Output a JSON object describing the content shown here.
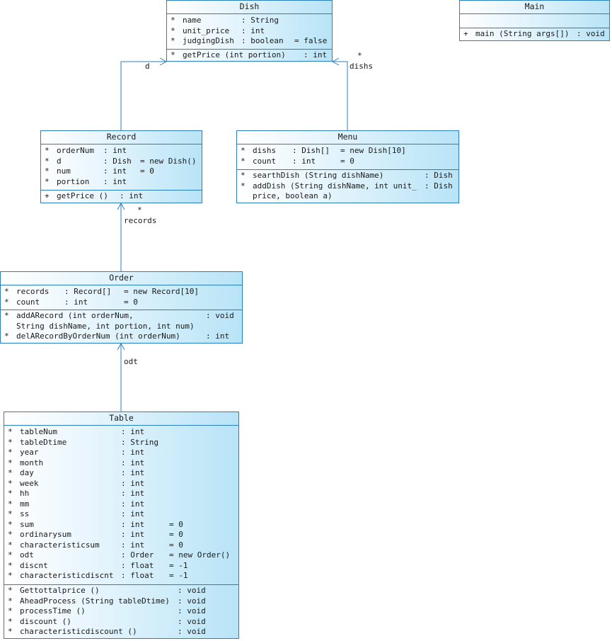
{
  "classes": {
    "dish": {
      "name": "Dish",
      "attributes": [
        {
          "vis": "*",
          "name": "name",
          "type": ": String",
          "init": ""
        },
        {
          "vis": "*",
          "name": "unit_price",
          "type": ": int",
          "init": ""
        },
        {
          "vis": "*",
          "name": "judgingDish",
          "type": ": boolean",
          "init": "= false"
        }
      ],
      "operations": [
        {
          "vis": "*",
          "sig": "getPrice (int portion)",
          "ret": ": int"
        }
      ]
    },
    "main": {
      "name": "Main",
      "attributes": [],
      "operations": [
        {
          "vis": "+",
          "sig": "main (String args[])",
          "ret": ": void"
        }
      ]
    },
    "record": {
      "name": "Record",
      "attributes": [
        {
          "vis": "*",
          "name": "orderNum",
          "type": ": int",
          "init": ""
        },
        {
          "vis": "*",
          "name": "d",
          "type": ": Dish",
          "init": "= new Dish()"
        },
        {
          "vis": "*",
          "name": "num",
          "type": ": int",
          "init": "= 0"
        },
        {
          "vis": "*",
          "name": "portion",
          "type": ": int",
          "init": ""
        }
      ],
      "operations": [
        {
          "vis": "+",
          "sig": "getPrice ()",
          "ret": ": int"
        }
      ]
    },
    "menu": {
      "name": "Menu",
      "attributes": [
        {
          "vis": "*",
          "name": "dishs",
          "type": ": Dish[]",
          "init": "= new Dish[10]"
        },
        {
          "vis": "*",
          "name": "count",
          "type": ": int",
          "init": "= 0"
        }
      ],
      "operations": [
        {
          "vis": "*",
          "sig": "searthDish (String dishName)",
          "ret": ": Dish"
        },
        {
          "vis": "*",
          "sig": "addDish (String dishName, int unit_",
          "cont": "price, boolean a)",
          "ret": ": Dish"
        }
      ]
    },
    "order": {
      "name": "Order",
      "attributes": [
        {
          "vis": "*",
          "name": "records",
          "type": ": Record[]",
          "init": "= new Record[10]"
        },
        {
          "vis": "*",
          "name": "count",
          "type": ": int",
          "init": "= 0"
        }
      ],
      "operations": [
        {
          "vis": "*",
          "sig": "addARecord (int orderNum,",
          "cont": "String dishName, int portion, int num)",
          "ret": ": void"
        },
        {
          "vis": "*",
          "sig": "delARecordByOrderNum (int orderNum)",
          "ret": ": int"
        }
      ]
    },
    "table": {
      "name": "Table",
      "attributes": [
        {
          "vis": "*",
          "name": "tableNum",
          "type": ": int",
          "init": ""
        },
        {
          "vis": "*",
          "name": "tableDtime",
          "type": ": String",
          "init": ""
        },
        {
          "vis": "*",
          "name": "year",
          "type": ": int",
          "init": ""
        },
        {
          "vis": "*",
          "name": "month",
          "type": ": int",
          "init": ""
        },
        {
          "vis": "*",
          "name": "day",
          "type": ": int",
          "init": ""
        },
        {
          "vis": "*",
          "name": "week",
          "type": ": int",
          "init": ""
        },
        {
          "vis": "*",
          "name": "hh",
          "type": ": int",
          "init": ""
        },
        {
          "vis": "*",
          "name": "mm",
          "type": ": int",
          "init": ""
        },
        {
          "vis": "*",
          "name": "ss",
          "type": ": int",
          "init": ""
        },
        {
          "vis": "*",
          "name": "sum",
          "type": ": int",
          "init": "= 0"
        },
        {
          "vis": "*",
          "name": "ordinarysum",
          "type": ": int",
          "init": "= 0"
        },
        {
          "vis": "*",
          "name": "characteristicsum",
          "type": ": int",
          "init": "= 0"
        },
        {
          "vis": "*",
          "name": "odt",
          "type": ": Order",
          "init": "= new Order()"
        },
        {
          "vis": "*",
          "name": "discnt",
          "type": ": float",
          "init": "= -1"
        },
        {
          "vis": "*",
          "name": "characteristicdiscnt",
          "type": ": float",
          "init": "= -1"
        }
      ],
      "operations": [
        {
          "vis": "*",
          "sig": "Gettottalprice ()",
          "ret": ": void"
        },
        {
          "vis": "*",
          "sig": "AheadProcess (String tableDtime)",
          "ret": ": void"
        },
        {
          "vis": "*",
          "sig": "processTime ()",
          "ret": ": void"
        },
        {
          "vis": "*",
          "sig": "discount ()",
          "ret": ": void"
        },
        {
          "vis": "*",
          "sig": "characteristicdiscount ()",
          "ret": ": void"
        }
      ]
    }
  },
  "associations": {
    "record_dish": {
      "role": "d"
    },
    "menu_dish": {
      "role": "dishs",
      "multiplicity": "*"
    },
    "order_record": {
      "role": "records",
      "multiplicity": "*"
    },
    "table_order": {
      "role": "odt"
    }
  },
  "colors": {
    "border": "#2a7fc0",
    "fill_light": "#ffffff",
    "fill_dark": "#b8e4f7",
    "line": "#2a7fc0"
  }
}
